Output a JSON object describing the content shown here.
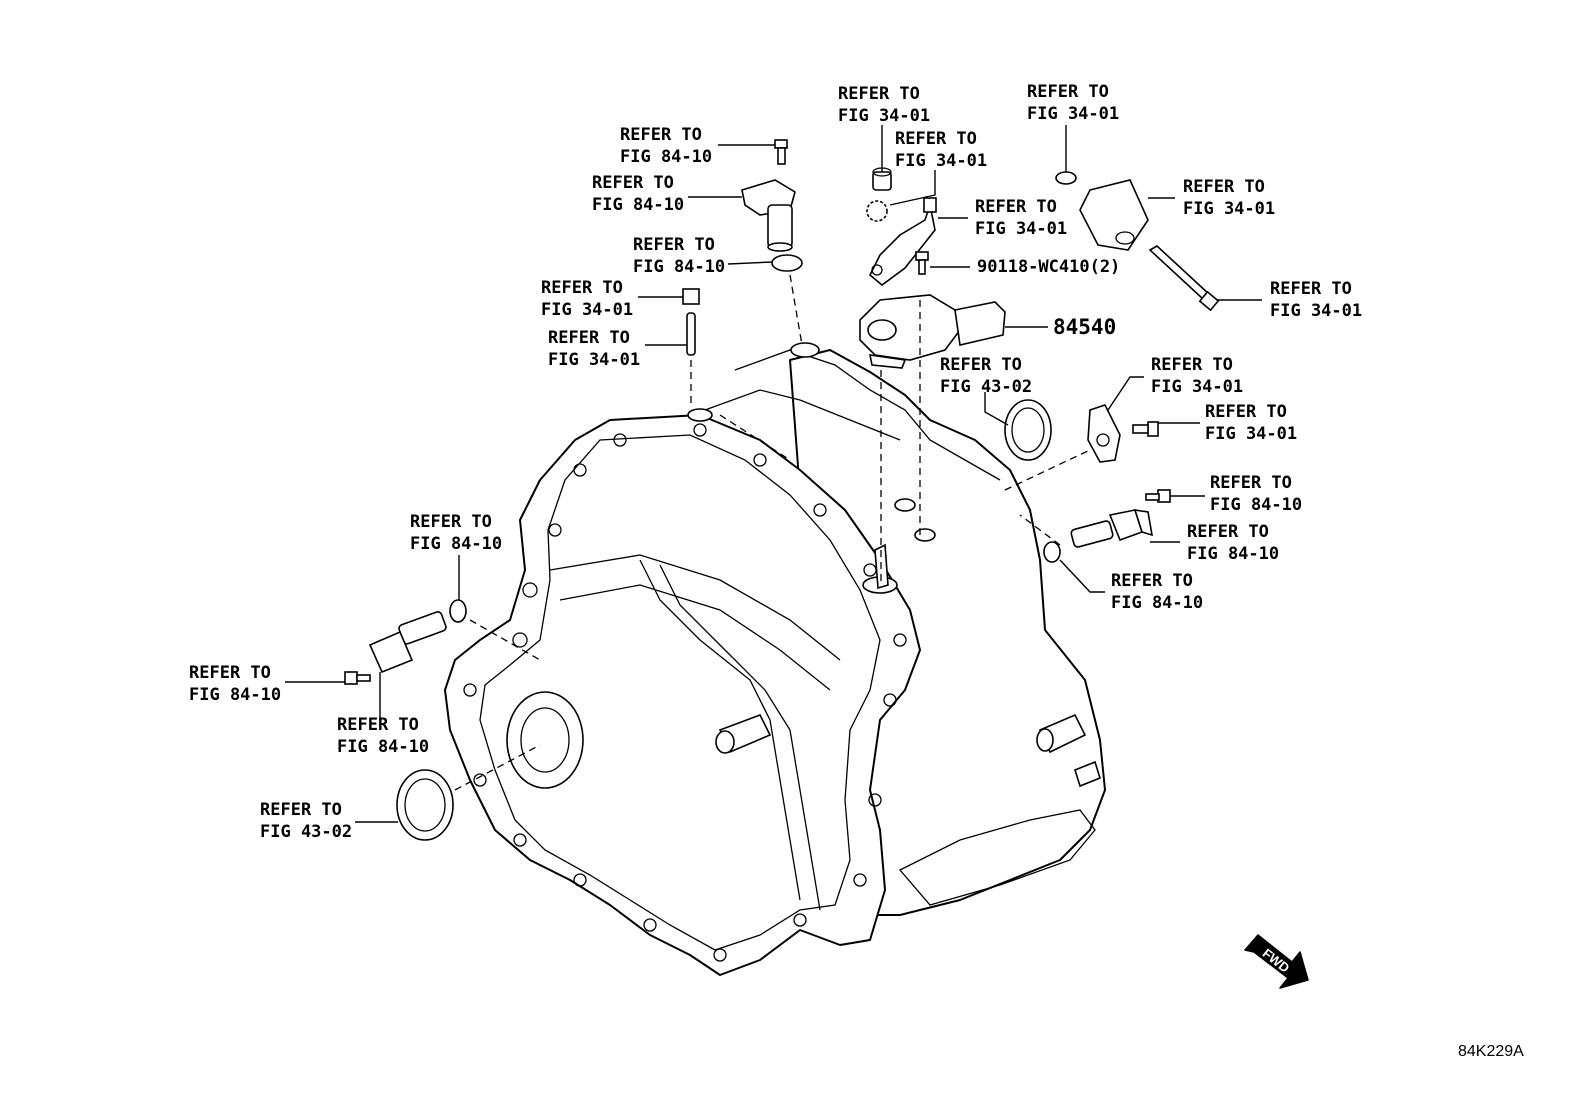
{
  "labels": {
    "l1a": "REFER TO",
    "l1b": "FIG 84-10",
    "l2a": "REFER TO",
    "l2b": "FIG 84-10",
    "l3a": "REFER TO",
    "l3b": "FIG 84-10",
    "l4a": "REFER TO",
    "l4b": "FIG 34-01",
    "l5a": "REFER TO",
    "l5b": "FIG 34-01",
    "l6a": "REFER TO",
    "l6b": "FIG 34-01",
    "l7a": "REFER TO",
    "l7b": "FIG 34-01",
    "l8a": "REFER TO",
    "l8b": "FIG 34-01",
    "l9a": "REFER TO",
    "l9b": "FIG 34-01",
    "l10a": "REFER TO",
    "l10b": "FIG 34-01",
    "l11a": "REFER TO",
    "l11b": "FIG 34-01",
    "l12a": "REFER TO",
    "l12b": "FIG 43-02",
    "l13a": "REFER TO",
    "l13b": "FIG 34-01",
    "l14a": "REFER TO",
    "l14b": "FIG 34-01",
    "l15a": "REFER TO",
    "l15b": "FIG 84-10",
    "l16a": "REFER TO",
    "l16b": "FIG 84-10",
    "l17a": "REFER TO",
    "l17b": "FIG 84-10",
    "l18a": "REFER TO",
    "l18b": "FIG 84-10",
    "l19a": "REFER TO",
    "l19b": "FIG 84-10",
    "l20a": "REFER TO",
    "l20b": "FIG 84-10",
    "l21a": "REFER TO",
    "l21b": "FIG 43-02"
  },
  "part_bolt": "90118-WC410(2)",
  "part_main": "84540",
  "fwd_label": "FWD",
  "diagram_code": "84K229A"
}
